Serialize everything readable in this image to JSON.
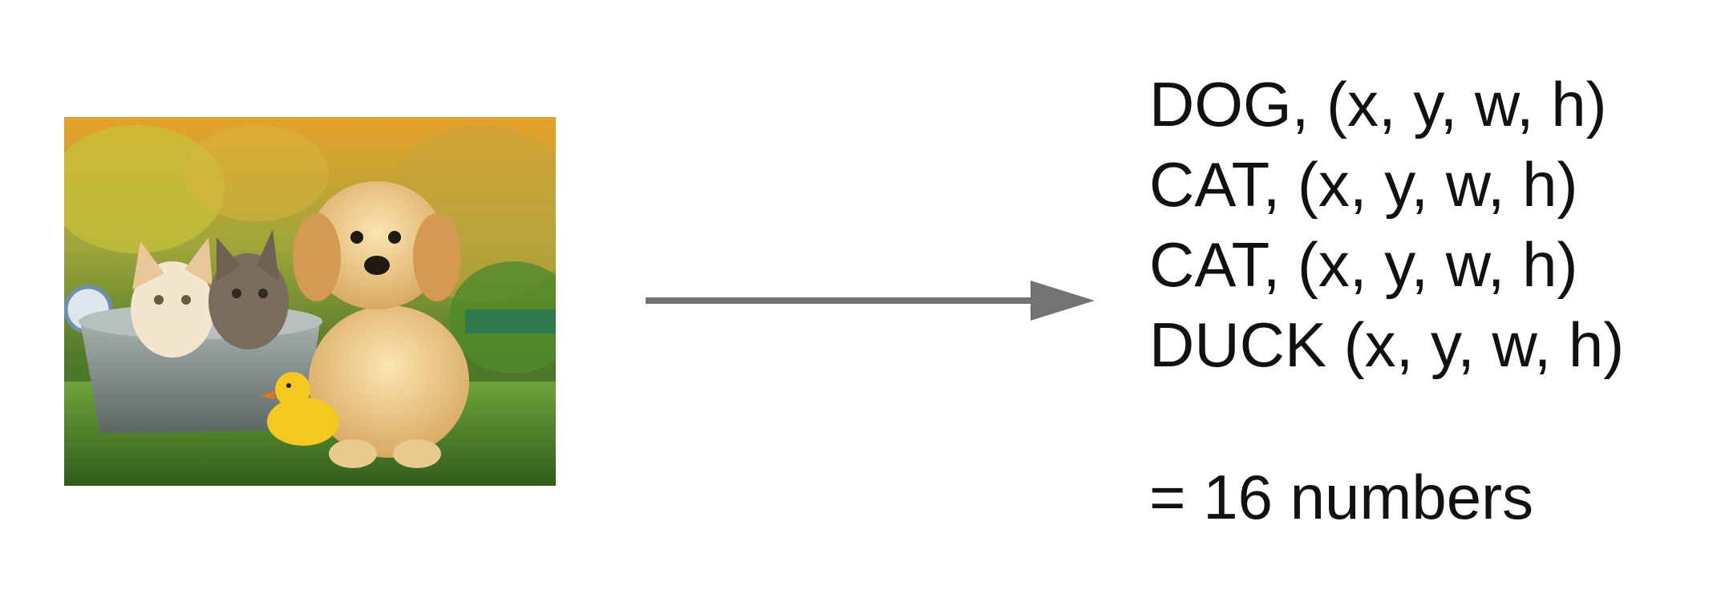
{
  "detections": [
    {
      "label": "DOG, (x, y, w, h)"
    },
    {
      "label": "CAT, (x, y, w, h)"
    },
    {
      "label": "CAT, (x, y, w, h)"
    },
    {
      "label": "DUCK (x, y, w, h)"
    }
  ],
  "summary": "= 16 numbers",
  "colors": {
    "arrow": "#737373",
    "text": "#111111"
  },
  "icons": {
    "photo": "dog-cats-duck-photo",
    "arrow": "right-arrow-icon"
  }
}
